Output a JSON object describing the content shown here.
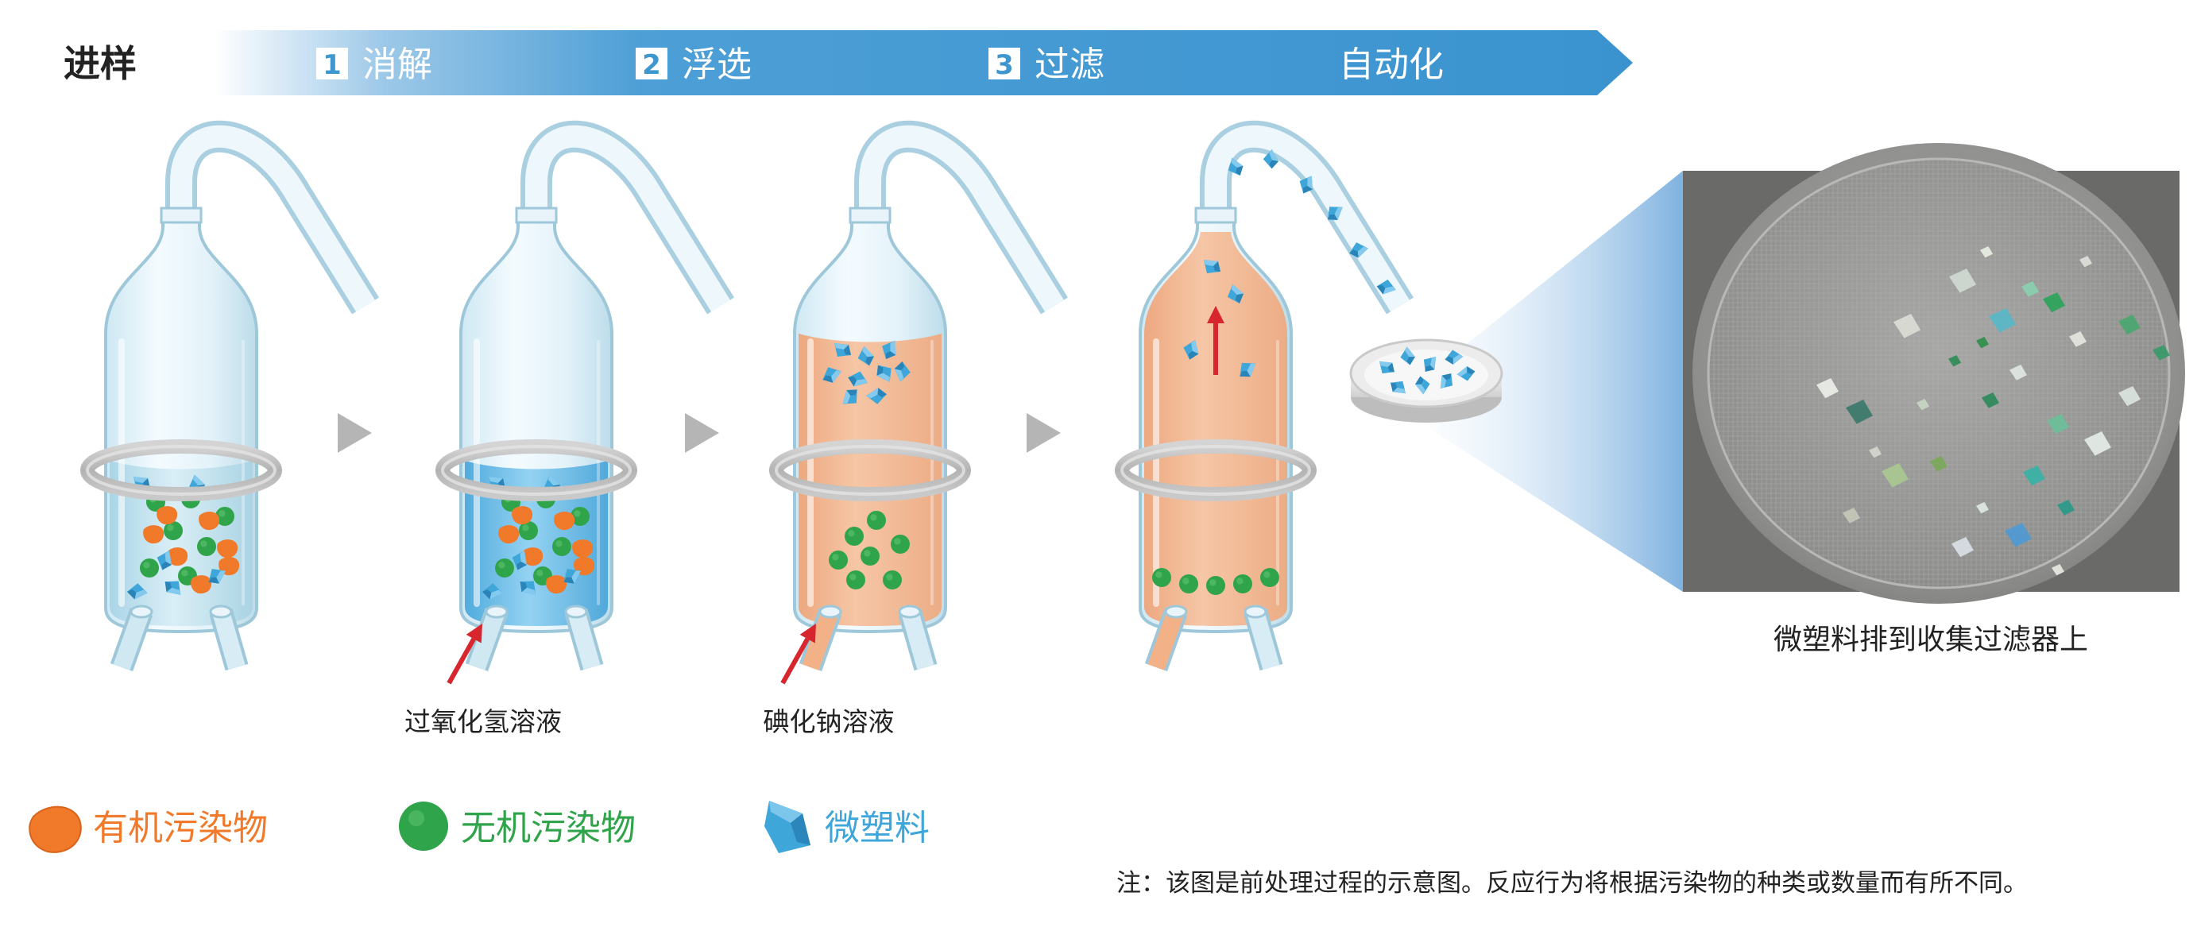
{
  "header": {
    "intake_label": "进样",
    "steps": [
      {
        "number": "1",
        "label": "消解"
      },
      {
        "number": "2",
        "label": "浮选"
      },
      {
        "number": "3",
        "label": "过滤"
      }
    ],
    "auto_label": "自动化",
    "arrow_color": "#3f97cf"
  },
  "stages": [
    {
      "name": "intake",
      "liquid": "clear",
      "reagent_label": ""
    },
    {
      "name": "digestion",
      "liquid": "blue",
      "reagent_label": "过氧化氢溶液"
    },
    {
      "name": "flotation",
      "liquid": "orange",
      "reagent_label": "碘化钠溶液"
    },
    {
      "name": "filtration",
      "liquid": "orange",
      "reagent_label": ""
    }
  ],
  "filter_caption": "微塑料排到收集过滤器上",
  "legend": [
    {
      "label": "有机污染物",
      "color": "#f07a2a",
      "icon": "organic-pollutant-icon"
    },
    {
      "label": "无机污染物",
      "color": "#2fa44a",
      "icon": "inorganic-pollutant-icon"
    },
    {
      "label": "微塑料",
      "color": "#3fa6d9",
      "icon": "microplastic-icon"
    }
  ],
  "note": "注：该图是前处理过程的示意图。反应行为将根据污染物的种类或数量而有所不同。",
  "colors": {
    "organic": "#f07a2a",
    "inorganic": "#2fa44a",
    "microplastic": "#3fa6d9",
    "reagent_arrow": "#d7262d",
    "orange_liquid": "#f3b48c",
    "blue_liquid": "#5fb8e6"
  }
}
